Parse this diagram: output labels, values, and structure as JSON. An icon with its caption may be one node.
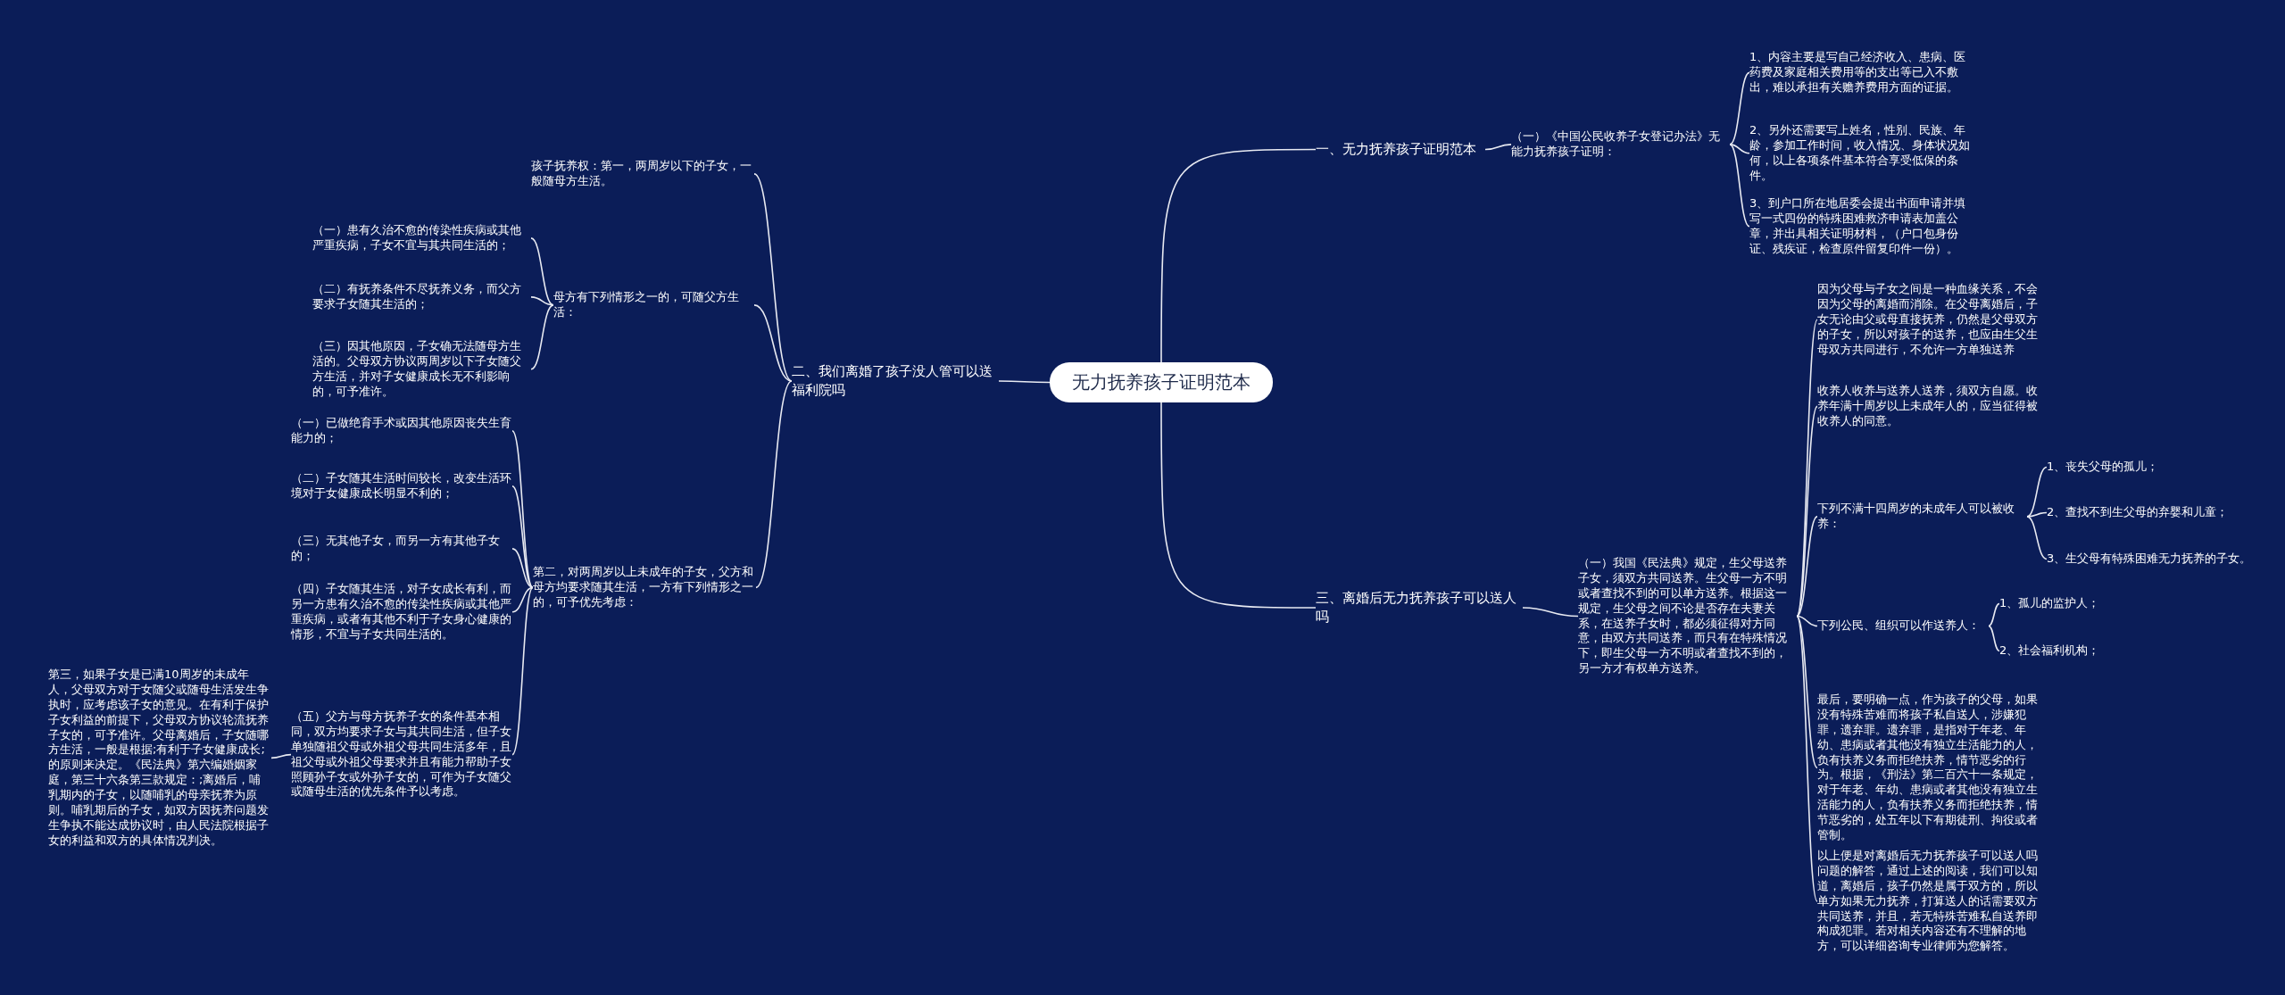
{
  "diagram": {
    "nodes": [
      {
        "text": [
          "无力抚养孩子证明范本"
        ]
      },
      {
        "text": [
          "一、无力抚养孩子证明范本"
        ]
      },
      {
        "text": [
          "（一）《中国公民收养子女登记办法》无能力抚养孩子证明："
        ]
      },
      {
        "text": [
          "1、内容主要是写自己经济收入、患病、医药费及家庭相关费用等的支出等已入不敷出，难以承担有关赡养费用方面的证据。"
        ]
      },
      {
        "text": [
          "2、另外还需要写上姓名，性别、民族、年龄，参加工作时间，收入情况、身体状况如何，以上各项条件基本符合享受低保的条件。"
        ]
      },
      {
        "text": [
          "3、到户口所在地居委会提出书面申请并填写一式四份的特殊困难救济申请表加盖公章，并出具相关证明材料，（户口包身份证、残疾证，检查原件留复印件一份）。"
        ]
      },
      {
        "text": [
          "二、我们离婚了孩子没人管可以送福利院吗"
        ]
      },
      {
        "text": [
          "孩子抚养权：第一，两周岁以下的子女，一般随母方生活。"
        ]
      },
      {
        "text": [
          "母方有下列情形之一的，可随父方生活："
        ]
      },
      {
        "text": [
          "（一）患有久治不愈的传染性疾病或其他严重疾病，子女不宜与其共同生活的；"
        ]
      },
      {
        "text": [
          "（二）有抚养条件不尽抚养义务，而父方要求子女随其生活的；"
        ]
      },
      {
        "text": [
          "（三）因其他原因，子女确无法随母方生活的。父母双方协议两周岁以下子女随父方生活，并对子女健康成长无不利影响的，可予准许。"
        ]
      },
      {
        "text": [
          "第二，对两周岁以上未成年的子女，父方和母方均要求随其生活，一方有下列情形之一的，可予优先考虑："
        ]
      },
      {
        "text": [
          "（一）已做绝育手术或因其他原因丧失生育能力的；"
        ]
      },
      {
        "text": [
          "（二）子女随其生活时间较长，改变生活环境对于女健康成长明显不利的；"
        ]
      },
      {
        "text": [
          "（三）无其他子女，而另一方有其他子女的；"
        ]
      },
      {
        "text": [
          "（四）子女随其生活，对子女成长有利，而另一方患有久治不愈的传染性疾病或其他严重疾病，或者有其他不利于子女身心健康的情形，不宜与子女共同生活的。"
        ]
      },
      {
        "text": [
          "（五）父方与母方抚养子女的条件基本相同，双方均要求子女与其共同生活，但子女单独随祖父母或外祖父母共同生活多年，且祖父母或外祖父母要求并且有能力帮助子女照顾孙子女或外孙子女的，可作为子女随父或随母生活的优先条件予以考虑。"
        ]
      },
      {
        "text": [
          "第三，如果子女是已满10周岁的未成年人，父母双方对于女随父或随母生活发生争执时，应考虑该子女的意见。在有利于保护子女利益的前提下，父母双方协议轮流抚养子女的，可予准许。父母离婚后，子女随哪方生活，一般是根据;有利于子女健康成长;的原则来决定。《民法典》第六编婚姻家庭，第三十六条第三款规定：;离婚后，哺乳期内的子女，以随哺乳的母亲抚养为原则。哺乳期后的子女，如双方因抚养问题发生争执不能达成协议时，由人民法院根据子女的利益和双方的具体情况判决。"
        ]
      },
      {
        "text": [
          "三、离婚后无力抚养孩子可以送人吗"
        ]
      },
      {
        "text": [
          "（一）我国《民法典》规定，生父母送养子女，须双方共同送养。生父母一方不明或者查找不到的可以单方送养。根据这一规定，生父母之间不论是否存在夫妻关系，在送养子女时，都必须征得对方同意，由双方共同送养，而只有在特殊情况下，即生父母一方不明或者查找不到的，另一方才有权单方送养。"
        ]
      },
      {
        "text": [
          "因为父母与子女之间是一种血缘关系，不会因为父母的离婚而消除。在父母离婚后，子女无论由父或母直接抚养，仍然是父母双方的子女，所以对孩子的送养，也应由生父生母双方共同进行，不允许一方单独送养"
        ]
      },
      {
        "text": [
          "收养人收养与送养人送养，须双方自愿。收养年满十周岁以上未成年人的，应当征得被收养人的同意。"
        ]
      },
      {
        "text": [
          "下列不满十四周岁的未成年人可以被收养："
        ]
      },
      {
        "text": [
          "1、丧失父母的孤儿；"
        ]
      },
      {
        "text": [
          "2、查找不到生父母的弃婴和儿童；"
        ]
      },
      {
        "text": [
          "3、生父母有特殊困难无力抚养的子女。"
        ]
      },
      {
        "text": [
          "下列公民、组织可以作送养人："
        ]
      },
      {
        "text": [
          "1、孤儿的监护人；"
        ]
      },
      {
        "text": [
          "2、社会福利机构；"
        ]
      },
      {
        "text": [
          "最后，要明确一点，作为孩子的父母，如果没有特殊苦难而将孩子私自送人，涉嫌犯罪，遗弃罪。遗弃罪，是指对于年老、年幼、患病或者其他没有独立生活能力的人，负有扶养义务而拒绝扶养，情节恶劣的行为。根据，《刑法》第二百六十一条规定，对于年老、年幼、患病或者其他没有独立生活能力的人，负有扶养义务而拒绝扶养，情节恶劣的，处五年以下有期徒刑、拘役或者管制。"
        ]
      },
      {
        "text": [
          "以上便是对离婚后无力抚养孩子可以送人吗问题的解答，通过上述的阅读，我们可以知道，离婚后，孩子仍然是属于双方的，所以单方如果无力抚养，打算送人的话需要双方共同送养，并且，若无特殊苦难私自送养即构成犯罪。若对相关内容还有不理解的地方，可以详细咨询专业律师为您解答。"
        ]
      }
    ],
    "edges": [
      {
        "from": 0,
        "to": 1,
        "arrow": "none"
      },
      {
        "from": 1,
        "to": 2,
        "arrow": "none"
      },
      {
        "from": 2,
        "to": 3,
        "arrow": "none"
      },
      {
        "from": 2,
        "to": 4,
        "arrow": "none"
      },
      {
        "from": 2,
        "to": 5,
        "arrow": "none"
      },
      {
        "from": 0,
        "to": 6,
        "arrow": "none"
      },
      {
        "from": 6,
        "to": 7,
        "arrow": "none"
      },
      {
        "from": 6,
        "to": 8,
        "arrow": "none"
      },
      {
        "from": 8,
        "to": 9,
        "arrow": "none"
      },
      {
        "from": 8,
        "to": 10,
        "arrow": "none"
      },
      {
        "from": 8,
        "to": 11,
        "arrow": "none"
      },
      {
        "from": 6,
        "to": 12,
        "arrow": "none"
      },
      {
        "from": 12,
        "to": 13,
        "arrow": "none"
      },
      {
        "from": 12,
        "to": 14,
        "arrow": "none"
      },
      {
        "from": 12,
        "to": 15,
        "arrow": "none"
      },
      {
        "from": 12,
        "to": 16,
        "arrow": "none"
      },
      {
        "from": 12,
        "to": 17,
        "arrow": "none"
      },
      {
        "from": 17,
        "to": 18,
        "arrow": "none"
      },
      {
        "from": 0,
        "to": 19,
        "arrow": "none"
      },
      {
        "from": 19,
        "to": 20,
        "arrow": "none"
      },
      {
        "from": 20,
        "to": 21,
        "arrow": "none"
      },
      {
        "from": 20,
        "to": 22,
        "arrow": "none"
      },
      {
        "from": 20,
        "to": 23,
        "arrow": "none"
      },
      {
        "from": 23,
        "to": 24,
        "arrow": "none"
      },
      {
        "from": 23,
        "to": 25,
        "arrow": "none"
      },
      {
        "from": 23,
        "to": 26,
        "arrow": "none"
      },
      {
        "from": 20,
        "to": 27,
        "arrow": "none"
      },
      {
        "from": 27,
        "to": 28,
        "arrow": "none"
      },
      {
        "from": 27,
        "to": 29,
        "arrow": "none"
      },
      {
        "from": 20,
        "to": 30,
        "arrow": "none"
      },
      {
        "from": 20,
        "to": 31,
        "arrow": "none"
      }
    ]
  }
}
